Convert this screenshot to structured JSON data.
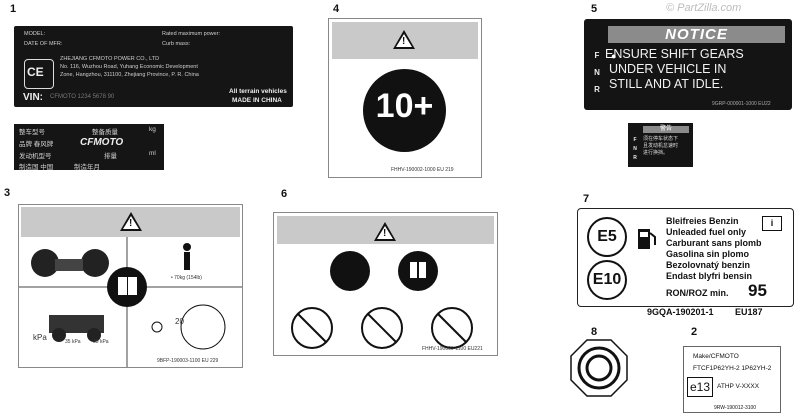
{
  "watermark": "© PartZilla.com",
  "item_numbers": [
    "1",
    "2",
    "3",
    "4",
    "5",
    "6",
    "7",
    "8"
  ],
  "nameplate": {
    "model_label": "MODEL:",
    "rated_power_label": "Rated maximum power:",
    "date_label": "DATE OF MFR:",
    "curb_mass_label": "Curb mass:",
    "ce_mark": "CE",
    "company": "ZHEJIANG CFMOTO POWER CO., LTD",
    "address_1": "No. 116, Wuzhou Road, Yuhang Economic Development",
    "address_2": "Zone, Hangzhou, 311100, Zhejiang Province, P. R. China",
    "vin_label": "VIN:",
    "vin_value": "CFMOTO 1234 5678 90",
    "all_terrain": "All terrain vehicles",
    "made_in": "MADE IN CHINA"
  },
  "cn_plate": {
    "row1_left": "整车型号",
    "row1_mid": "整备质量",
    "row1_right": "kg",
    "row2_left": "品牌 春风牌",
    "brand": "CFMOTO",
    "row3_left": "发动机型号",
    "row3_mid": "排量",
    "row3_right": "ml",
    "row4_left": "制造国 中国",
    "row4_mid": "制造年月"
  },
  "age_label": {
    "age": "10+",
    "code": "FHHV-190002-1000 EU 219"
  },
  "notice": {
    "title": "NOTICE",
    "side_letters": [
      "F",
      "N",
      "R"
    ],
    "lines": [
      "ENSURE SHIFT GEARS",
      "UNDER VEHICLE IN",
      "STILL AND AT IDLE."
    ],
    "code": "9GRP-000001-1000 EU22"
  },
  "notice_cn": {
    "title": "警告",
    "side_letters": [
      "F",
      "N",
      "R"
    ],
    "lines": [
      "须在停车状态下",
      "且发动机怠速时",
      "进行换挡。"
    ]
  },
  "warning3": {
    "weight": "• 70kg (154lb)",
    "pressure_label": "kPa",
    "front_pressure": "35 kPa",
    "rear_pressure": "35 kPa",
    "speed": "20",
    "code": "9BFP-190003-1100 EU 229"
  },
  "warning6": {
    "code": "FHHV-190009-1100 EU221"
  },
  "fuel": {
    "e5": "E5",
    "e10": "E10",
    "lines": [
      "Bleifreies Benzin",
      "Unleaded fuel only",
      "Carburant sans plomb",
      "Gasolina sin plomo",
      "Bezolovnatý benzin",
      "Endast blyfri bensin"
    ],
    "ron_label": "RON/ROZ min.",
    "ron_value": "95",
    "part_no": "9GQA-190201-1",
    "eu_code": "EU187"
  },
  "small_label": {
    "make": "Make/CFMOTO",
    "model_line": "FTCF1P62YH-2    1P62YH-2",
    "e_mark": "e13",
    "approval": "ATHP  V-XXXX",
    "code": "9RW-190012-3100"
  }
}
